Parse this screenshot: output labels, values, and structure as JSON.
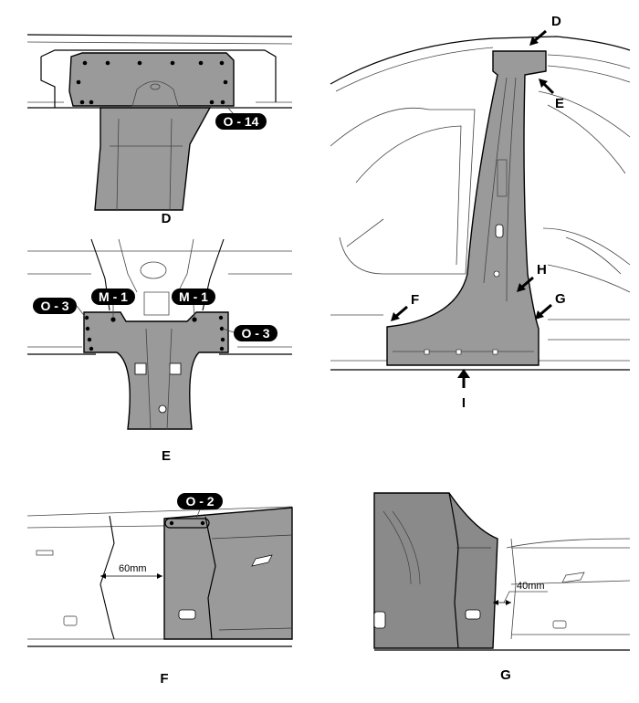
{
  "views": {
    "D": {
      "caption": "D",
      "callout": "O - 14"
    },
    "E": {
      "caption": "E",
      "callout_left": "O - 3",
      "callout_right": "O - 3",
      "callout_m_left": "M - 1",
      "callout_m_right": "M - 1"
    },
    "F": {
      "caption": "F",
      "callout": "O - 2",
      "dimension": "60mm"
    },
    "G": {
      "caption": "G",
      "dimension": "40mm"
    },
    "overview": {
      "label_d": "D",
      "label_e": "E",
      "label_f": "F",
      "label_g": "G",
      "label_h": "H",
      "label_i": "I"
    }
  }
}
